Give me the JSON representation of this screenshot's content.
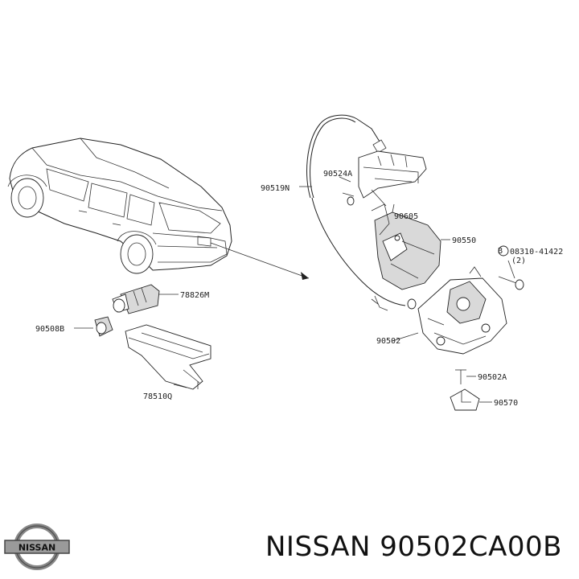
{
  "labels": {
    "p90519N": "90519N",
    "p90524A": "90524A",
    "p90605": "90605",
    "p90550": "90550",
    "p08310": "08310-41422",
    "p08310_qty": "(2)",
    "p90502": "90502",
    "p90502A": "90502A",
    "p90570": "90570",
    "p78826M": "78826M",
    "p90508B": "90508B",
    "p78510Q": "78510Q"
  },
  "bolt_symbol": "B",
  "caption": "NISSAN 90502CA00B",
  "logo_text": "NISSAN"
}
